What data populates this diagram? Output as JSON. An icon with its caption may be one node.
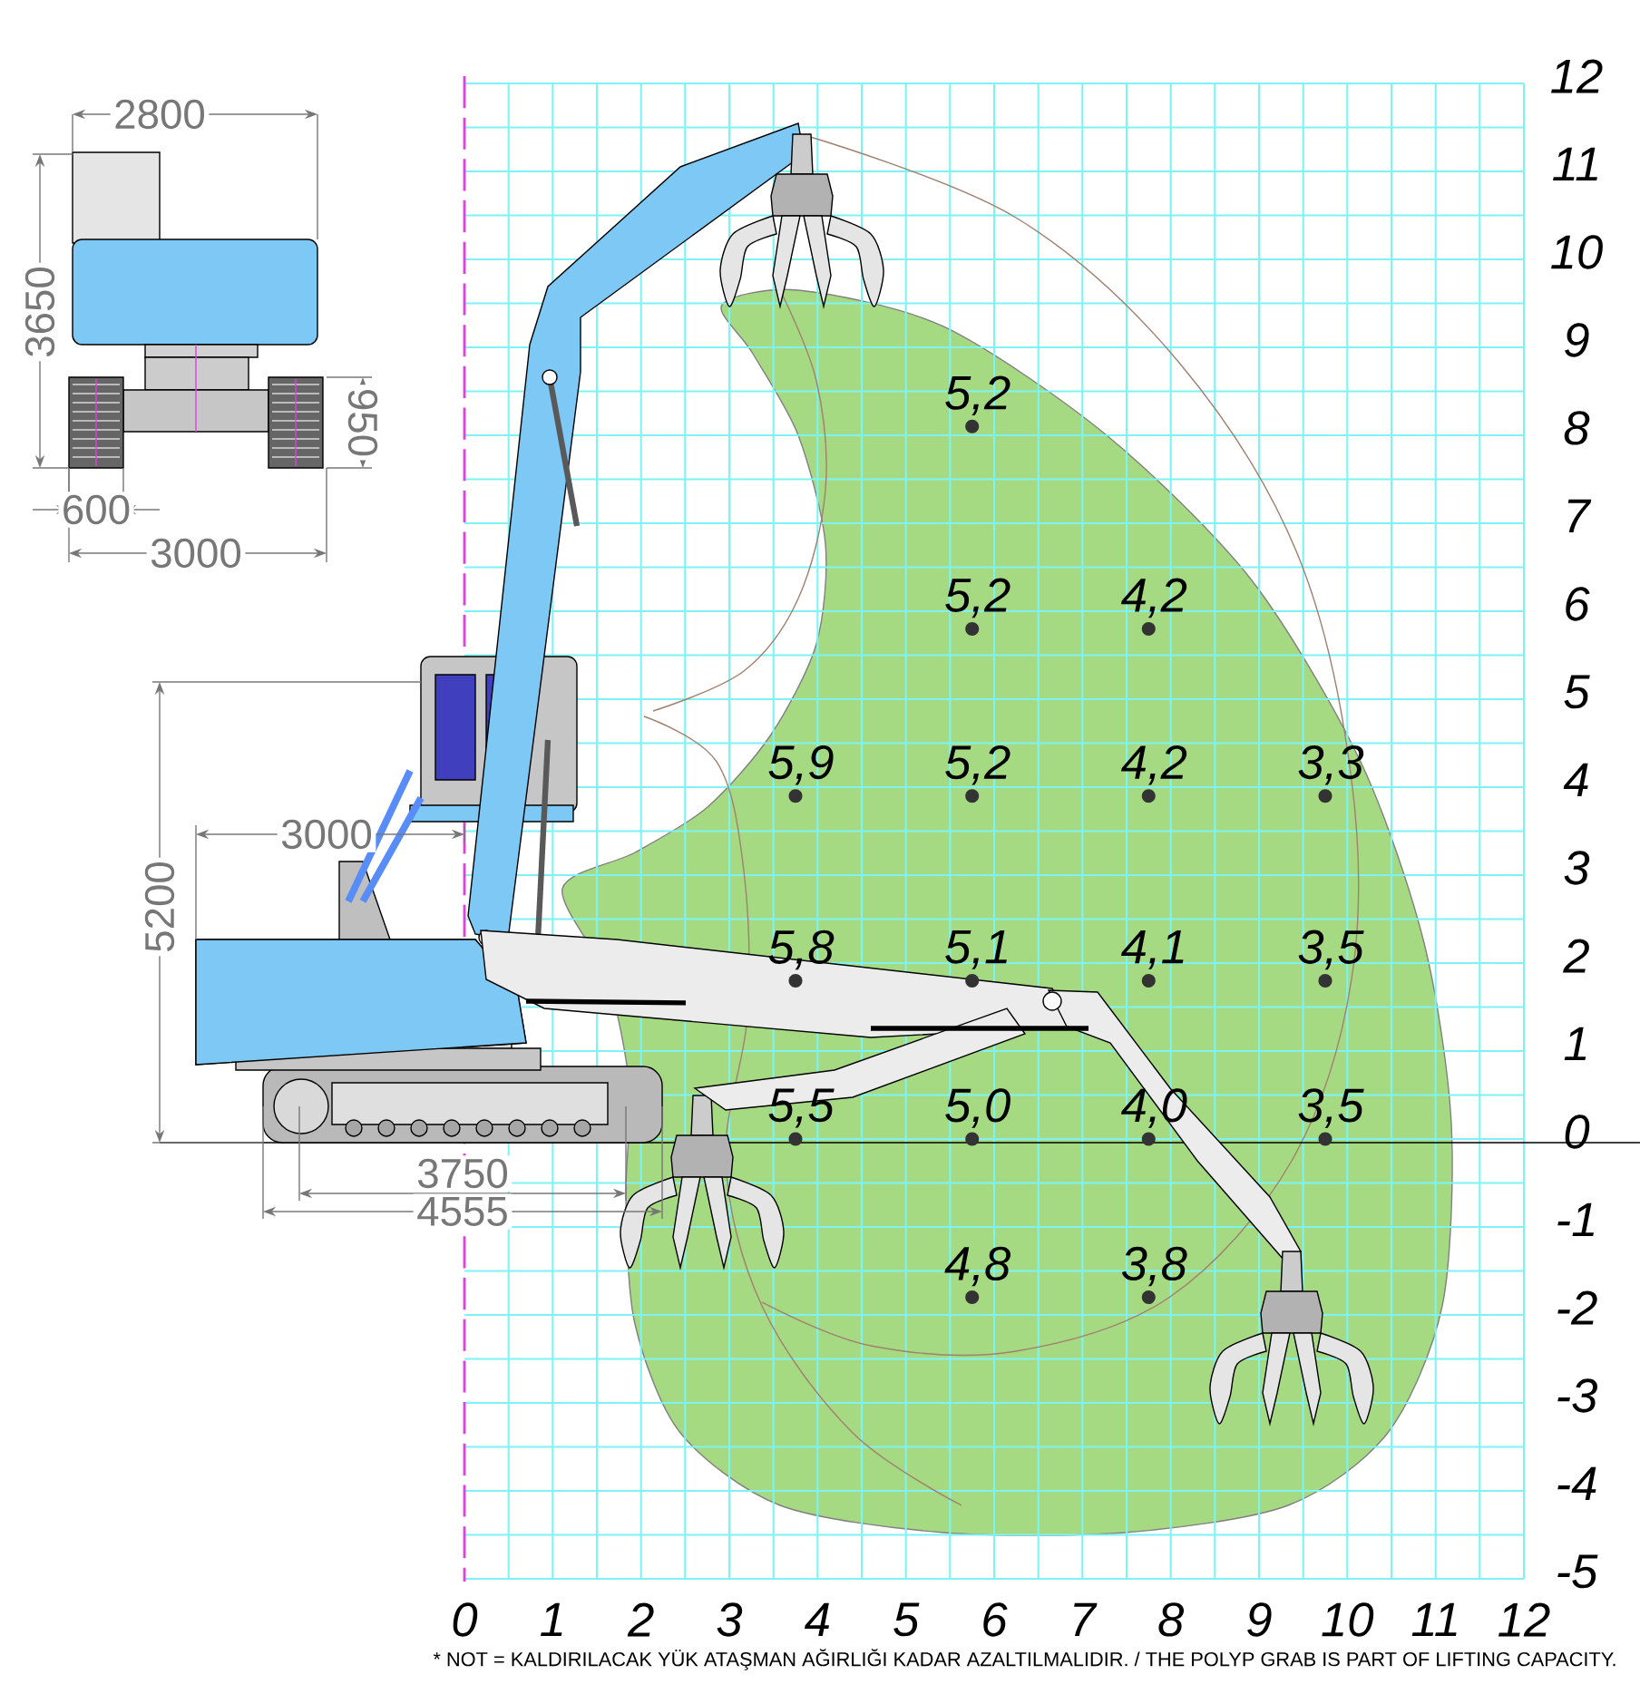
{
  "diagram": {
    "labels": [
      "2800",
      "3650",
      "950",
      "600",
      "3000",
      "5200",
      "3000",
      "3750",
      "4555",
      "5,2",
      "5,2",
      "4,2",
      "5,9",
      "5,2",
      "4,2",
      "3,3",
      "5,8",
      "5,1",
      "4,1",
      "3,5",
      "5,5",
      "5,0",
      "4,0",
      "3,5",
      "4,8",
      "3,8",
      "12",
      "11",
      "10",
      "9",
      "8",
      "7",
      "6",
      "5",
      "4",
      "3",
      "2",
      "1",
      "0",
      "-1",
      "-2",
      "-3",
      "-4",
      "-5",
      "0",
      "1",
      "2",
      "3",
      "4",
      "5",
      "6",
      "7",
      "8",
      "9",
      "10",
      "11",
      "12",
      "* NOT = KALDIRILACAK YÜK ATAŞMAN AĞIRLIĞI KADAR AZALTILMALIDIR. / THE POLYP GRAB IS PART OF LIFTING CAPACITY."
    ]
  }
}
